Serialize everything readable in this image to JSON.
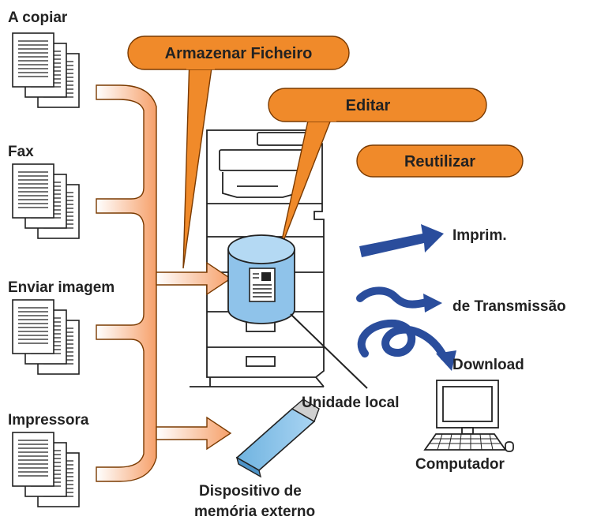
{
  "sources": [
    {
      "label": "A copiar"
    },
    {
      "label": "Fax"
    },
    {
      "label": "Enviar imagem"
    },
    {
      "label": "Impressora"
    }
  ],
  "callouts": {
    "store": "Armazenar Ficheiro",
    "edit": "Editar",
    "reuse": "Reutilizar"
  },
  "outputs": {
    "print": "Imprim.",
    "transmission": "de Transmissão",
    "download": "Download"
  },
  "labels": {
    "local_drive": "Unidade local",
    "computer": "Computador",
    "external_memory_line1": "Dispositivo de",
    "external_memory_line2": "memória externo"
  },
  "colors": {
    "orange": "#f08a2a",
    "orange_border": "#7a3a00",
    "blue_arrow": "#2a4d9c",
    "drive_blue": "#8fc3ea",
    "flow_gradient_start": "#ffffff",
    "flow_gradient_end": "#f6a06a"
  }
}
